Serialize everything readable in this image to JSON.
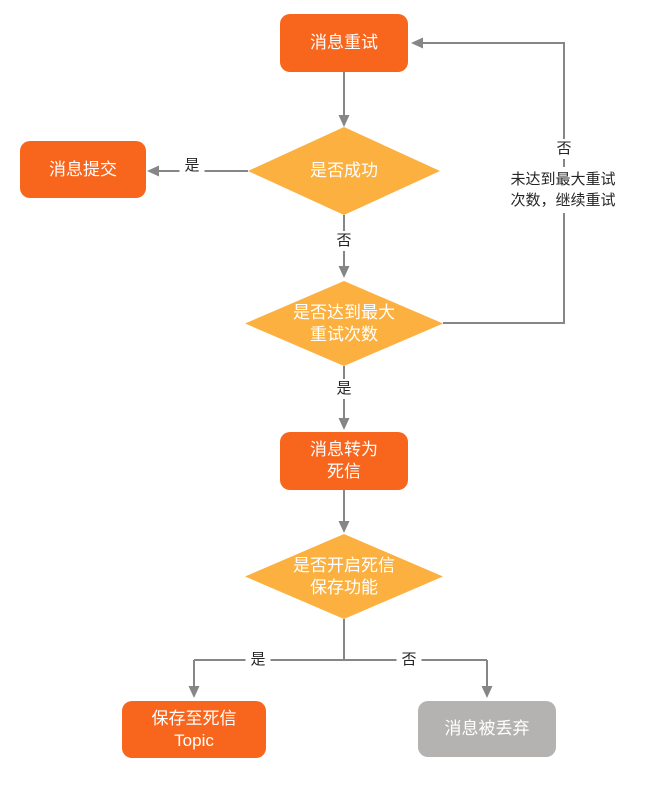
{
  "nodes": {
    "retry": {
      "label": "消息重试",
      "type": "process"
    },
    "success_check": {
      "label": "是否成功",
      "type": "decision"
    },
    "submit": {
      "label": "消息提交",
      "type": "process"
    },
    "max_retry_check": {
      "lines": [
        "是否达到最大",
        "重试次数"
      ],
      "type": "decision"
    },
    "to_dead_letter": {
      "lines": [
        "消息转为",
        "死信"
      ],
      "type": "process"
    },
    "save_check": {
      "lines": [
        "是否开启死信",
        "保存功能"
      ],
      "type": "decision"
    },
    "save_topic": {
      "lines": [
        "保存至死信",
        "Topic"
      ],
      "type": "process"
    },
    "discarded": {
      "label": "消息被丢弃",
      "type": "terminal"
    }
  },
  "edge_labels": {
    "success_yes": "是",
    "success_no": "否",
    "feedback_no": "否",
    "feedback_note": [
      "未达到最大重试",
      "次数，继续重试"
    ],
    "max_retry_yes": "是",
    "save_yes": "是",
    "save_no": "否"
  },
  "colors": {
    "process_fill": "#F8651D",
    "decision_fill": "#FBB040",
    "terminal_fill": "#B5B3B1",
    "connector": "#868686",
    "node_text": "#FFFFFF",
    "label_text": "#262626",
    "background": "#FFFFFF"
  }
}
